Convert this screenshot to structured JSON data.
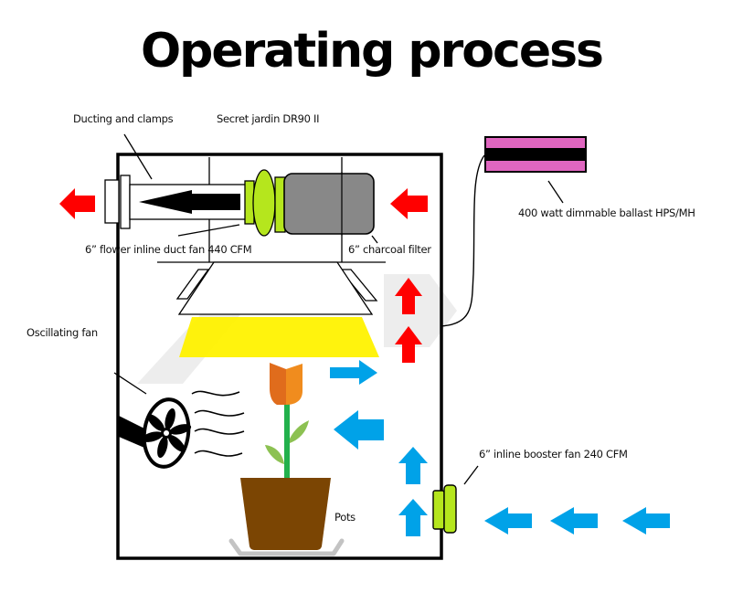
{
  "title": "Operating process",
  "labels": {
    "ducting": "Ducting and clamps",
    "tent": "Secret jardin DR90 II",
    "duct_fan": "6” flower inline duct fan 440 CFM",
    "filter": "6” charcoal filter",
    "ballast": "400 watt dimmable ballast HPS/MH",
    "osc_fan": "Oscillating fan",
    "booster": "6” inline booster fan 240 CFM",
    "pots": "Pots"
  },
  "colors": {
    "exhaust_arrow": "#ff0000",
    "intake_arrow": "#00a2e8",
    "fan_green": "#b5e61d",
    "filter_gray": "#888888",
    "ballast_pink": "#e066c0",
    "light_yellow": "#fff200",
    "pot_brown": "#7b4503",
    "stem_green": "#22b14c",
    "leaf_green": "#8cc152",
    "petal_orange_dark": "#e06c1c",
    "petal_orange_light": "#f08c1e",
    "tray_gray": "#c3c3c3"
  }
}
